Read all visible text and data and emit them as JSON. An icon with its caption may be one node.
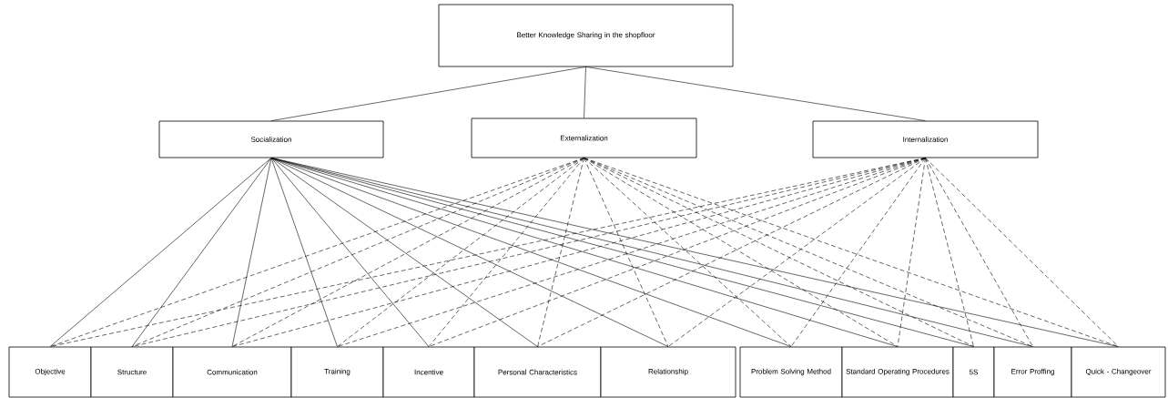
{
  "diagram": {
    "nodes": [
      {
        "text": [
          "Better Knowledge Sharing in the shopfloor"
        ]
      },
      {
        "text": [
          "Socialization"
        ]
      },
      {
        "text": [
          "Externalization"
        ]
      },
      {
        "text": [
          "Internalization"
        ]
      },
      {
        "text": [
          "Objective"
        ]
      },
      {
        "text": [
          "Structure"
        ]
      },
      {
        "text": [
          "Communication"
        ]
      },
      {
        "text": [
          "Training"
        ]
      },
      {
        "text": [
          "Incentive"
        ]
      },
      {
        "text": [
          "Personal Characteristics"
        ]
      },
      {
        "text": [
          "Relationship"
        ]
      },
      {
        "text": [
          "Problem Solving Method"
        ]
      },
      {
        "text": [
          "Standard Operating Procedures"
        ]
      },
      {
        "text": [
          "5S"
        ]
      },
      {
        "text": [
          "Error Proffing"
        ]
      },
      {
        "text": [
          "Quick - Changeover"
        ]
      }
    ],
    "edges": [
      {
        "from": 0,
        "to": 1,
        "arrow": "none"
      },
      {
        "from": 0,
        "to": 2,
        "arrow": "none"
      },
      {
        "from": 0,
        "to": 3,
        "arrow": "none"
      },
      {
        "from": 1,
        "to": 4,
        "arrow": "none"
      },
      {
        "from": 1,
        "to": 5,
        "arrow": "none"
      },
      {
        "from": 1,
        "to": 6,
        "arrow": "none"
      },
      {
        "from": 1,
        "to": 7,
        "arrow": "none"
      },
      {
        "from": 1,
        "to": 8,
        "arrow": "none"
      },
      {
        "from": 1,
        "to": 9,
        "arrow": "none"
      },
      {
        "from": 1,
        "to": 10,
        "arrow": "none"
      },
      {
        "from": 1,
        "to": 11,
        "arrow": "none"
      },
      {
        "from": 1,
        "to": 12,
        "arrow": "none"
      },
      {
        "from": 1,
        "to": 13,
        "arrow": "none"
      },
      {
        "from": 1,
        "to": 14,
        "arrow": "none"
      },
      {
        "from": 1,
        "to": 15,
        "arrow": "none"
      },
      {
        "from": 2,
        "to": 4,
        "arrow": "none",
        "style": "dashed"
      },
      {
        "from": 2,
        "to": 5,
        "arrow": "none",
        "style": "dashed"
      },
      {
        "from": 2,
        "to": 6,
        "arrow": "none",
        "style": "dashed"
      },
      {
        "from": 2,
        "to": 7,
        "arrow": "none",
        "style": "dashed"
      },
      {
        "from": 2,
        "to": 8,
        "arrow": "none",
        "style": "dashed"
      },
      {
        "from": 2,
        "to": 9,
        "arrow": "none",
        "style": "dashed"
      },
      {
        "from": 2,
        "to": 10,
        "arrow": "none",
        "style": "dashed"
      },
      {
        "from": 2,
        "to": 11,
        "arrow": "none",
        "style": "dashed"
      },
      {
        "from": 2,
        "to": 12,
        "arrow": "none",
        "style": "dashed"
      },
      {
        "from": 2,
        "to": 13,
        "arrow": "none",
        "style": "dashed"
      },
      {
        "from": 2,
        "to": 14,
        "arrow": "none",
        "style": "dashed"
      },
      {
        "from": 2,
        "to": 15,
        "arrow": "none",
        "style": "dashed"
      },
      {
        "from": 3,
        "to": 4,
        "arrow": "none",
        "style": "dashed"
      },
      {
        "from": 3,
        "to": 5,
        "arrow": "none",
        "style": "dashed"
      },
      {
        "from": 3,
        "to": 6,
        "arrow": "none",
        "style": "dashed"
      },
      {
        "from": 3,
        "to": 7,
        "arrow": "none",
        "style": "dashed"
      },
      {
        "from": 3,
        "to": 8,
        "arrow": "none",
        "style": "dashed"
      },
      {
        "from": 3,
        "to": 9,
        "arrow": "none",
        "style": "dashed"
      },
      {
        "from": 3,
        "to": 10,
        "arrow": "none",
        "style": "dashed"
      },
      {
        "from": 3,
        "to": 11,
        "arrow": "none",
        "style": "dashed"
      },
      {
        "from": 3,
        "to": 12,
        "arrow": "none",
        "style": "dashed"
      },
      {
        "from": 3,
        "to": 13,
        "arrow": "none",
        "style": "dashed"
      },
      {
        "from": 3,
        "to": 14,
        "arrow": "none",
        "style": "dashed"
      },
      {
        "from": 3,
        "to": 15,
        "arrow": "none",
        "style": "dashed"
      }
    ]
  }
}
